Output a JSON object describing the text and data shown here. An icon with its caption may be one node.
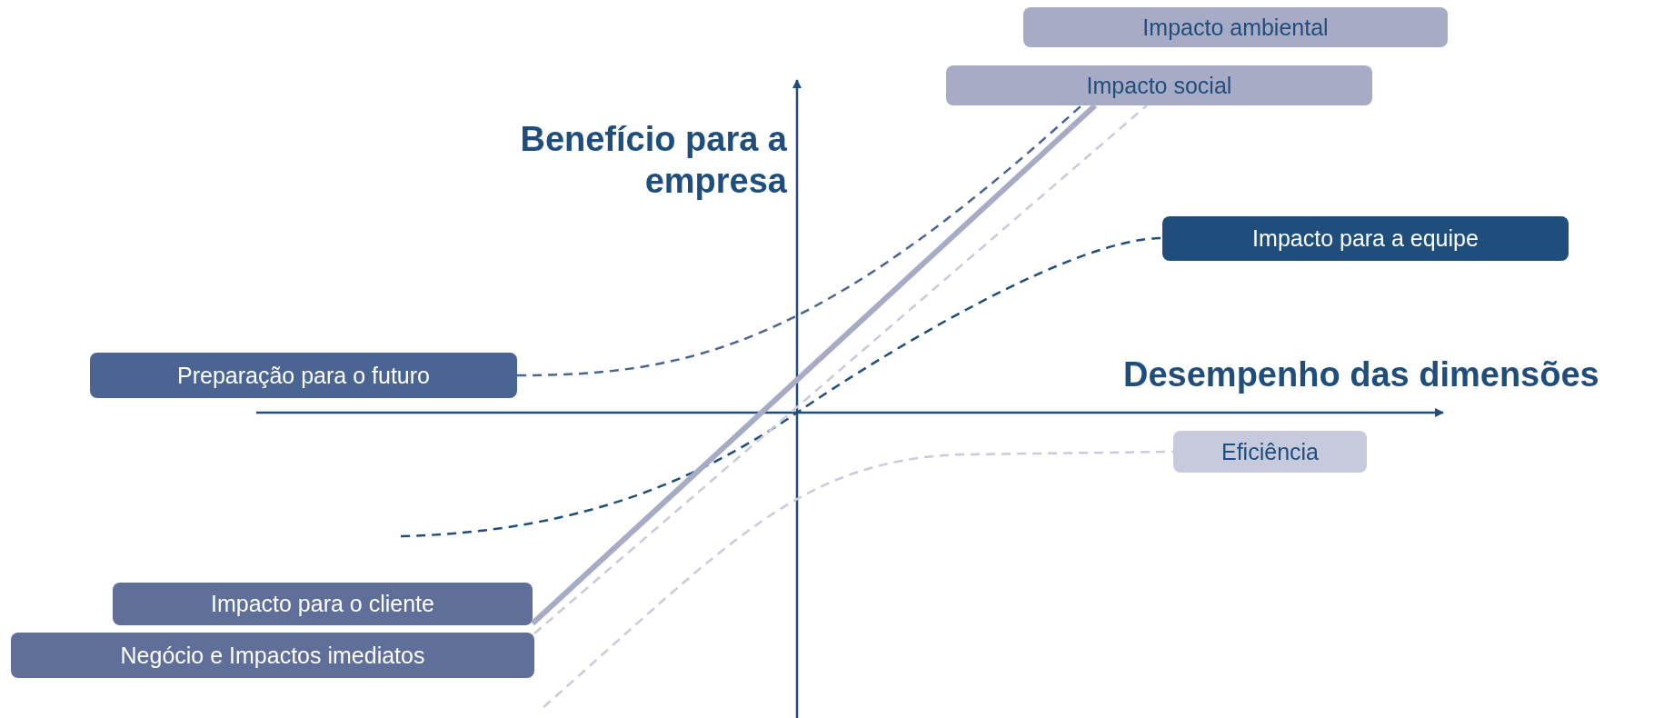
{
  "diagram": {
    "nodes": [
      {
        "text": [
          "Impacto ambiental"
        ]
      },
      {
        "text": [
          "Impacto social"
        ]
      },
      {
        "text": [
          "Impacto para a equipe"
        ]
      },
      {
        "text": [
          "Preparação para o futuro"
        ]
      },
      {
        "text": [
          "Eficiência"
        ]
      },
      {
        "text": [
          "Impacto para o cliente"
        ]
      },
      {
        "text": [
          "Negócio e Impactos imediatos"
        ]
      }
    ],
    "edges": [
      {
        "from": 3,
        "to": 1,
        "arrow": "none",
        "style": "dashed",
        "color": "#4a6591"
      },
      {
        "from": null,
        "to": 2,
        "arrow": "none",
        "style": "dashed",
        "color": "#1f4e7c"
      },
      {
        "from": null,
        "to": 4,
        "arrow": "none",
        "style": "dashed",
        "color": "#c9cbdc"
      },
      {
        "from": 5,
        "to": 1,
        "arrow": "none",
        "style": "thick",
        "color": "#a7abc6"
      },
      {
        "from": 6,
        "to": 1,
        "arrow": "none",
        "style": "dashed",
        "color": "#c9cbdc"
      }
    ],
    "labels": [
      "Benefício para a empresa",
      "Desempenho das dimensões"
    ]
  }
}
